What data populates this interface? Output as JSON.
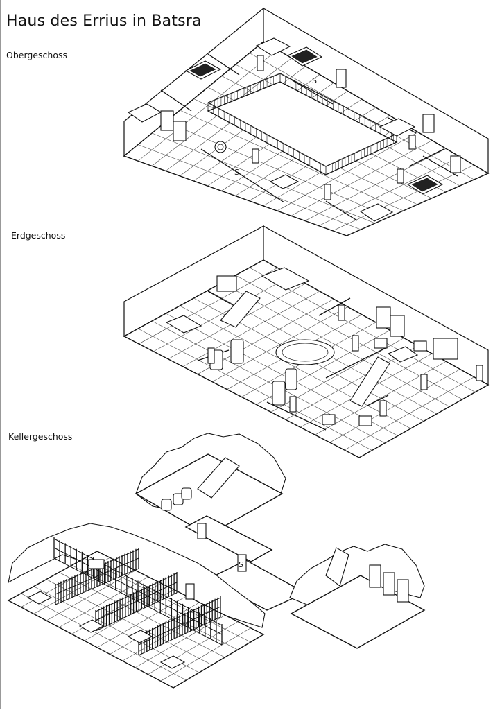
{
  "title": "Haus des Errius in Batsra",
  "floors": {
    "upper": "Obergeschoss",
    "ground": "Erdgeschoss",
    "cellar": "Kellergeschoss"
  },
  "marks": {
    "secret_door": "S"
  }
}
